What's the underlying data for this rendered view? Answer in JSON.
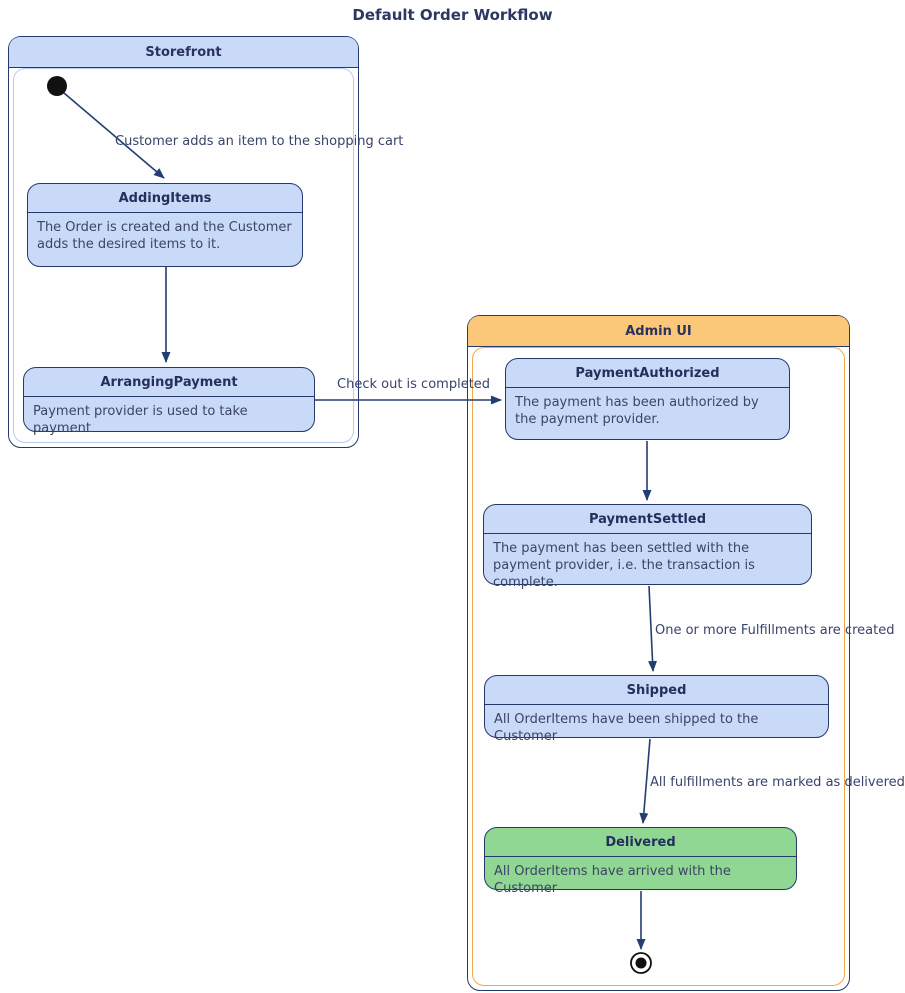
{
  "title": "Default Order Workflow",
  "containers": {
    "storefront": {
      "title": "Storefront",
      "states": {
        "addingItems": {
          "name": "AddingItems",
          "description": "The Order is created and the Customer adds the desired items to it."
        },
        "arrangingPayment": {
          "name": "ArrangingPayment",
          "description": "Payment provider is used to take payment"
        }
      }
    },
    "adminUI": {
      "title": "Admin UI",
      "states": {
        "paymentAuthorized": {
          "name": "PaymentAuthorized",
          "description": "The payment has been authorized by the payment provider."
        },
        "paymentSettled": {
          "name": "PaymentSettled",
          "description": "The payment has been settled with the payment provider, i.e. the transaction is complete."
        },
        "shipped": {
          "name": "Shipped",
          "description": "All OrderItems have been shipped to the Customer"
        },
        "delivered": {
          "name": "Delivered",
          "description": "All OrderItems have arrived with the Customer"
        }
      }
    }
  },
  "transitions": {
    "start_to_addingItems": "Customer adds an item to the shopping cart",
    "arrangingPayment_to_paymentAuthorized": "Check out is completed",
    "paymentSettled_to_shipped": "One or more Fulfillments are created",
    "shipped_to_delivered": "All fulfillments are marked as delivered"
  },
  "colors": {
    "state_fill_blue": "#c9daf8",
    "state_fill_green": "#8fd793",
    "header_fill_blue": "#c9d9f8",
    "header_fill_orange": "#fac878",
    "border_navy": "#26396b",
    "arrow_navy": "#233e71",
    "text_navy": "#2e3a64"
  }
}
